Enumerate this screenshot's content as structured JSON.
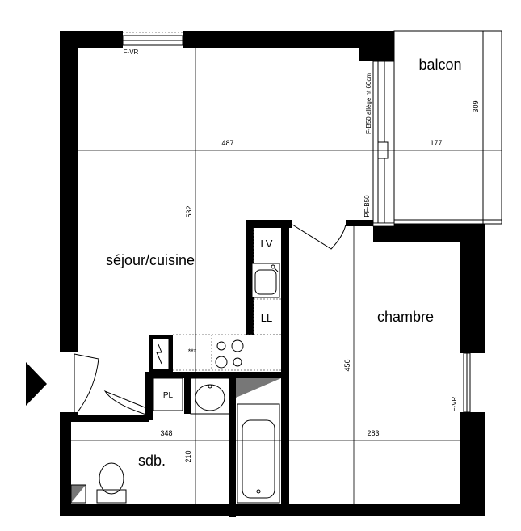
{
  "rooms": {
    "balcon": "balcon",
    "sejour": "séjour/cuisine",
    "chambre": "chambre",
    "sdb": "sdb."
  },
  "fixtures": {
    "lv": "LV",
    "ll": "LL",
    "pl": "PL",
    "hob": "***"
  },
  "windows": {
    "fvr_top": "F-VR",
    "fb50": "F-B50 allège ht 60cm",
    "pfb50": "PF-B50",
    "fvr_right": "F-VR"
  },
  "dimensions": {
    "d487": "487",
    "d177": "177",
    "d309": "309",
    "d532": "532",
    "d456": "456",
    "d348": "348",
    "d283": "283",
    "d210": "210"
  }
}
